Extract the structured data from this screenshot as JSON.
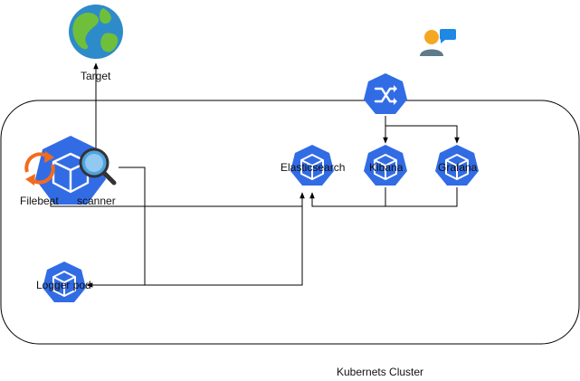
{
  "diagram": {
    "colors": {
      "k8s_blue": "#326CE5",
      "line": "#000000",
      "globe_ocean": "#2E8BC9",
      "globe_land": "#6FBF3B",
      "person": "#F5A623",
      "person_body": "#5F7A8A",
      "chat": "#1E88E5",
      "refresh": "#F26B1D"
    },
    "nodes": {
      "target": "Target",
      "filebeat": "Filebeat",
      "scanner": "scanner",
      "elasticsearch": "Elasticsearch",
      "kibana": "Kibana",
      "grafana": "Grafana",
      "logger_pod": "Logger pod"
    },
    "cluster_label": "Kubernets Cluster",
    "icons": {
      "globe": "globe-icon",
      "users": "user-chat-icon",
      "ingress": "k8s-ingress-icon",
      "pod": "k8s-pod-icon",
      "magnifier": "magnifier-icon",
      "refresh": "refresh-icon"
    }
  }
}
